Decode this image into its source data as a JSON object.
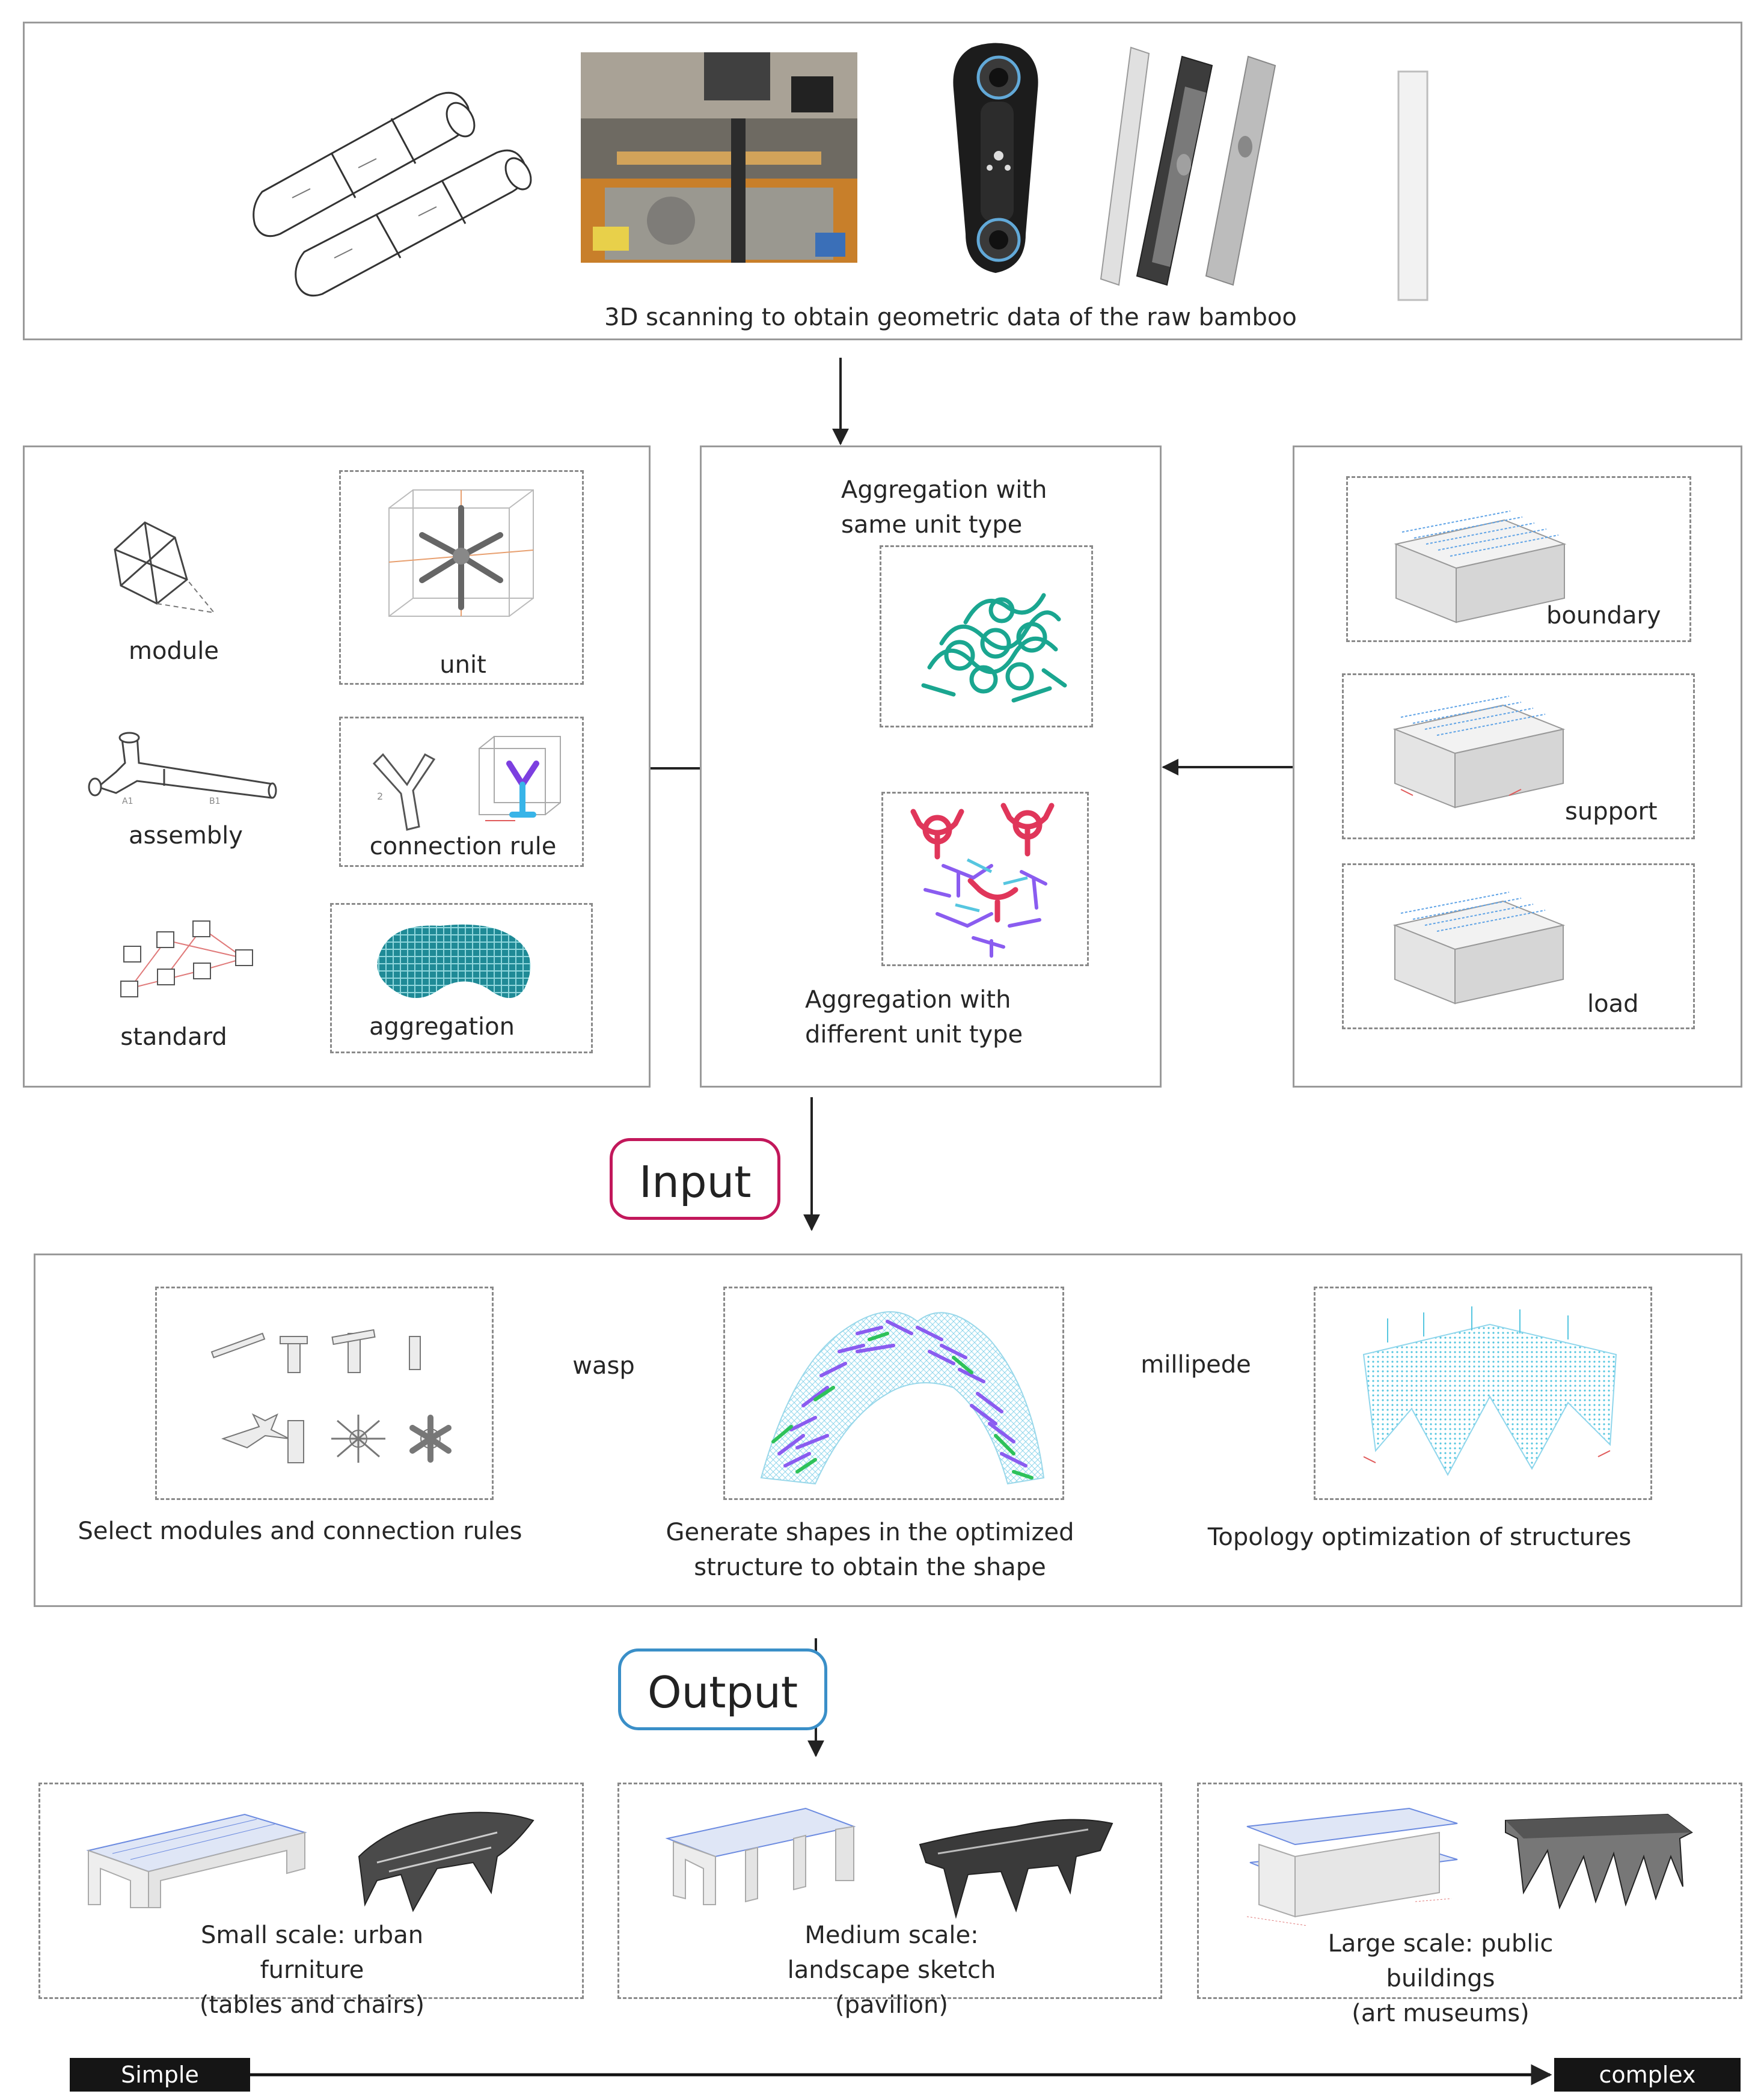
{
  "scanning": {
    "caption": "3D scanning to obtain geometric data of the raw bamboo"
  },
  "parameters": {
    "module": "module",
    "unit": "unit",
    "assembly": "assembly",
    "connection_rule": "connection rule",
    "standard": "standard",
    "aggregation": "aggregation"
  },
  "aggregation_panel": {
    "same_label": "Aggregation with\nsame unit type",
    "different_label": "Aggregation with\ndifferent unit type"
  },
  "constraints": {
    "boundary": "boundary",
    "support": "support",
    "load": "load"
  },
  "input_badge": "Input",
  "generation": {
    "wasp": "wasp",
    "millipede": "millipede",
    "select_caption": "Select modules and connection rules",
    "generate_caption": "Generate shapes in the optimized\nstructure to obtain the shape",
    "topology_caption": "Topology optimization of structures"
  },
  "output_badge": "Output",
  "outputs": [
    {
      "caption": "Small scale: urban furniture\n(tables and chairs)"
    },
    {
      "caption": "Medium scale: landscape sketch\n(pavilion)"
    },
    {
      "caption": "Large scale: public buildings\n(art museums)"
    }
  ],
  "scale_bar": {
    "simple": "Simple",
    "complex": "complex"
  },
  "colors": {
    "input_badge": "#c2185b",
    "output_badge": "#3a8fc8",
    "teal_aggregation": "#1aa690",
    "pink_aggregation": "#e0365a",
    "purple_aggregation": "#8a5cf0",
    "light_blue": "#56c6e0"
  }
}
